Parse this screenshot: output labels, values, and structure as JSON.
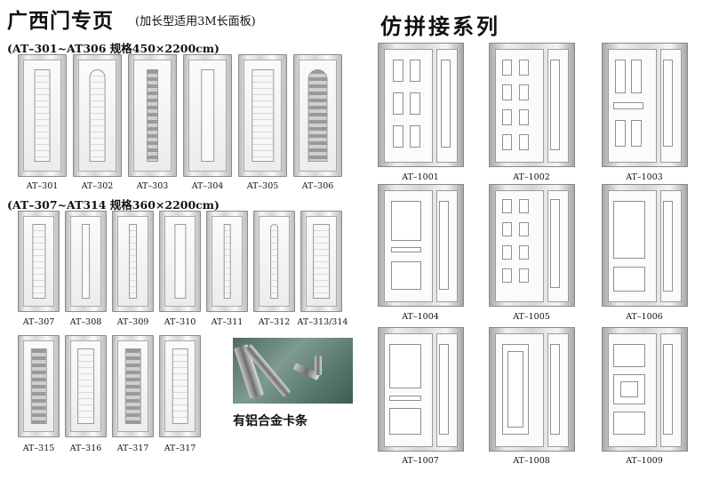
{
  "left_title": "广西门专页",
  "left_subtitle": "(加长型适用3M长面板)",
  "spec_row1": "(AT–301~AT306 规格450×2200cm)",
  "spec_row2": "(AT–307~AT314 规格360×2200cm)",
  "right_title": "仿拼接系列",
  "row1": [
    "AT–301",
    "AT–302",
    "AT–303",
    "AT–304",
    "AT–305",
    "AT–306"
  ],
  "row2": [
    "AT–307",
    "AT–308",
    "AT–309",
    "AT–310",
    "AT–311",
    "AT–312",
    "AT–313/314"
  ],
  "row3": [
    "AT–315",
    "AT–316",
    "AT–317",
    "AT–317"
  ],
  "accessory_label": "有铝合金卡条",
  "right_doors": [
    "AT–1001",
    "AT–1002",
    "AT–1003",
    "AT–1004",
    "AT–1005",
    "AT–1006",
    "AT–1007",
    "AT–1008",
    "AT–1009"
  ]
}
